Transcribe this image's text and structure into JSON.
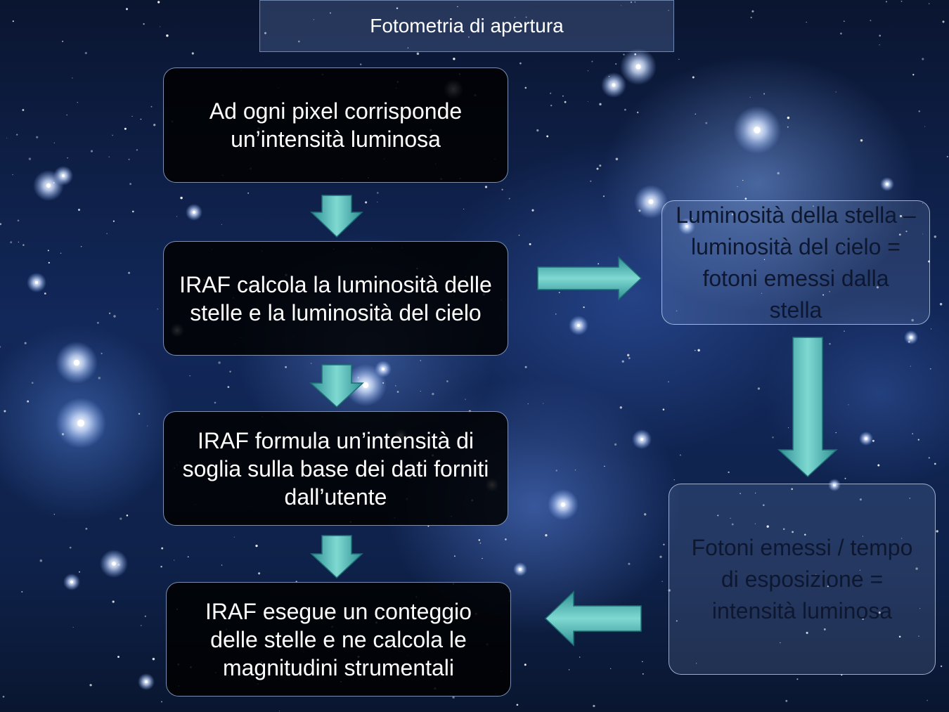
{
  "title": "Fotometria di apertura",
  "boxes": {
    "step1": "Ad ogni pixel corrisponde un’intensità luminosa",
    "step2": "IRAF calcola la luminosità delle stelle e la luminosità del cielo",
    "step3": "IRAF formula un’intensità di soglia sulla base dei dati forniti dall’utente",
    "step4": "IRAF esegue un conteggio delle stelle e ne calcola le magnitudini strumentali",
    "right1": "Luminosità della stella – luminosità del cielo = fotoni emessi dalla stella",
    "right2": "Fotoni emessi / tempo di esposizione = intensità luminosa"
  },
  "colors": {
    "arrow": "#4fb8b4",
    "box_dark": "#000000",
    "box_border": "#a0bee9"
  }
}
